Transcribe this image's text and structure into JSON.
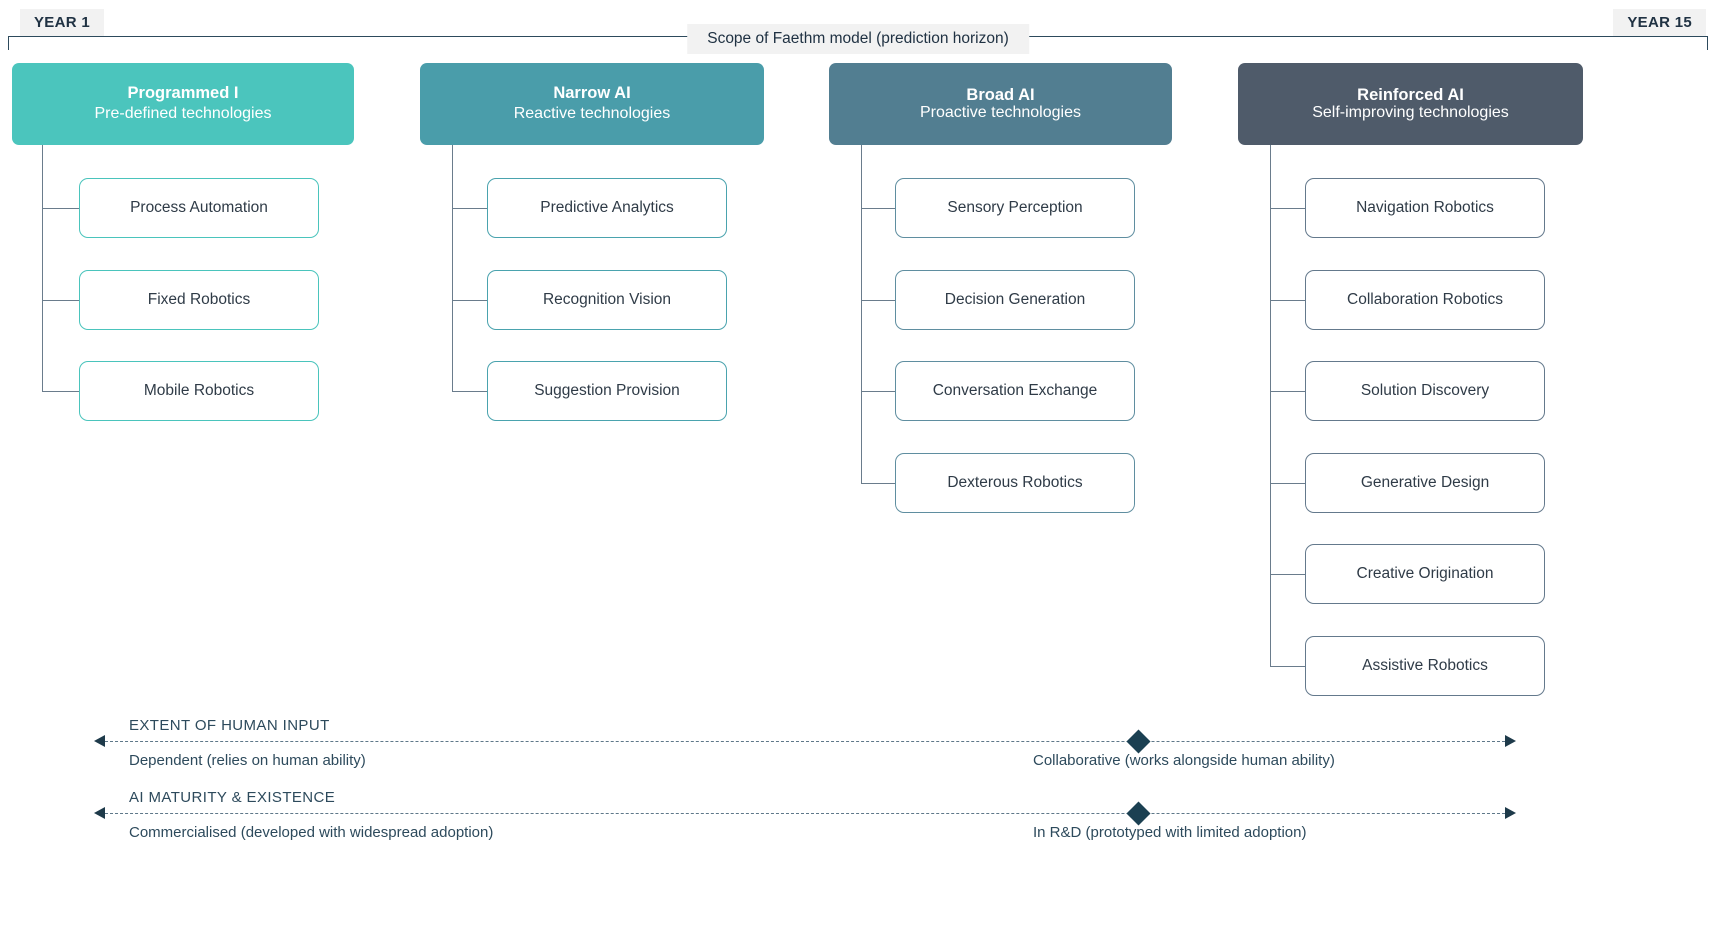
{
  "timeline": {
    "year_start": "YEAR 1",
    "year_end": "YEAR 15",
    "scope_label": "Scope of Faethm model (prediction horizon)"
  },
  "columns": [
    {
      "title": "Programmed I",
      "subtitle": "Pre-defined technologies",
      "color": "#4bc5bd",
      "border": "#4ac4bc",
      "nodes": [
        {
          "label": "Process Automation"
        },
        {
          "label": "Fixed Robotics"
        },
        {
          "label": "Mobile Robotics"
        }
      ]
    },
    {
      "title": "Narrow AI",
      "subtitle": "Reactive technologies",
      "color": "#4a9daa",
      "border": "#4aa3ae",
      "nodes": [
        {
          "label": "Predictive Analytics"
        },
        {
          "label": "Recognition Vision"
        },
        {
          "label": "Suggestion Provision"
        }
      ]
    },
    {
      "title": "Broad AI",
      "subtitle": "Proactive technologies",
      "color": "#527e91",
      "border": "#5f8ea0",
      "nodes": [
        {
          "label": "Sensory Perception"
        },
        {
          "label": "Decision Generation"
        },
        {
          "label": "Conversation Exchange"
        },
        {
          "label": "Dexterous Robotics"
        }
      ]
    },
    {
      "title": "Reinforced AI",
      "subtitle": "Self-improving technologies",
      "color": "#4f5b6a",
      "border": "#64798c",
      "nodes": [
        {
          "label": "Navigation Robotics"
        },
        {
          "label": "Collaboration Robotics"
        },
        {
          "label": "Solution Discovery"
        },
        {
          "label": "Generative Design"
        },
        {
          "label": "Creative Origination"
        },
        {
          "label": "Assistive Robotics"
        }
      ]
    }
  ],
  "axes": [
    {
      "title": "EXTENT OF HUMAN INPUT",
      "left_caption": "Dependent (relies on human ability)",
      "right_caption": "Collaborative (works alongside human ability)"
    },
    {
      "title": "AI MATURITY & EXISTENCE",
      "left_caption": "Commercialised (developed with widespread adoption)",
      "right_caption": "In R&D (prototyped with limited adoption)"
    }
  ]
}
